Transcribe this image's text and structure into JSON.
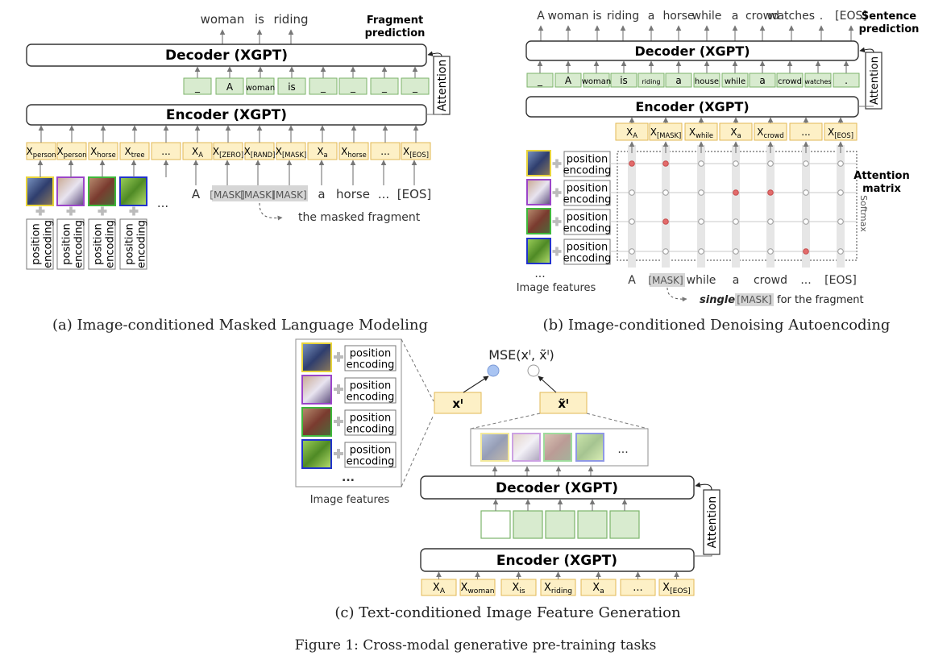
{
  "panel_a": {
    "outputs": [
      "woman",
      "is",
      "riding"
    ],
    "prediction_label": [
      "Fragment",
      "prediction"
    ],
    "decoder": "Decoder (XGPT)",
    "encoder": "Encoder (XGPT)",
    "attention": "Attention",
    "dec_tokens": [
      "_",
      "A",
      "woman",
      "is",
      "_",
      "_",
      "_",
      "_"
    ],
    "enc_tokens": [
      {
        "b": "X",
        "s": "person"
      },
      {
        "b": "X",
        "s": "person"
      },
      {
        "b": "X",
        "s": "horse"
      },
      {
        "b": "X",
        "s": "tree"
      },
      {
        "b": "...",
        "s": ""
      },
      {
        "b": "X",
        "s": "A"
      },
      {
        "b": "X",
        "s": "[ZERO]"
      },
      {
        "b": "X",
        "s": "[RAND]"
      },
      {
        "b": "X",
        "s": "[MASK]"
      },
      {
        "b": "X",
        "s": "a"
      },
      {
        "b": "X",
        "s": "horse"
      },
      {
        "b": "...",
        "s": ""
      },
      {
        "b": "X",
        "s": "[EOS]"
      }
    ],
    "input_words": [
      "A",
      "[MASK]",
      "[MASK]",
      "[MASK]",
      "a",
      "horse",
      "...",
      "[EOS]"
    ],
    "ellipsis": "...",
    "pos_lines": [
      "position",
      "encoding"
    ],
    "masked_note": "the masked fragment",
    "caption": "(a) Image-conditioned Masked Language Modeling"
  },
  "panel_b": {
    "outputs": [
      "A",
      "woman",
      "is",
      "riding",
      "a",
      "horse",
      "while",
      "a",
      "crowd",
      "watches",
      ".",
      "[EOS]"
    ],
    "prediction_label": [
      "Sentence",
      "prediction"
    ],
    "decoder": "Decoder (XGPT)",
    "encoder": "Encoder (XGPT)",
    "attention": "Attention",
    "dec_tokens": [
      "_",
      "A",
      "woman",
      "is",
      "riding",
      "a",
      "house",
      "while",
      "a",
      "crowd",
      "watches",
      "."
    ],
    "enc_tokens": [
      {
        "b": "X",
        "s": "A"
      },
      {
        "b": "X",
        "s": "[MASK]"
      },
      {
        "b": "X",
        "s": "while"
      },
      {
        "b": "X",
        "s": "a"
      },
      {
        "b": "X",
        "s": "crowd"
      },
      {
        "b": "...",
        "s": ""
      },
      {
        "b": "X",
        "s": "[EOS]"
      }
    ],
    "pos_lines": [
      "position",
      "encoding"
    ],
    "attention_label": [
      "Attention",
      "matrix"
    ],
    "softmax": "Softmax",
    "input_words": [
      "A",
      "[MASK]",
      "while",
      "a",
      "crowd",
      "...",
      "[EOS]"
    ],
    "ellipsis": "...",
    "image_features": "Image features",
    "single_em": "single",
    "single_mask": "[MASK]",
    "single_rest": "for the fragment",
    "caption": "(b) Image-conditioned Denoising Autoencoding"
  },
  "panel_c": {
    "pos_lines": [
      "position",
      "encoding"
    ],
    "ellipsis": "...",
    "image_features": "Image features",
    "mse_label": "MSE(xᴵ, x̃ᴵ)",
    "x_label": "xᴵ",
    "xt_label": "x̃ᴵ",
    "decoder": "Decoder (XGPT)",
    "encoder": "Encoder (XGPT)",
    "attention": "Attention",
    "enc_tokens": [
      {
        "b": "X",
        "s": "A"
      },
      {
        "b": "X",
        "s": "woman"
      },
      {
        "b": "X",
        "s": "is"
      },
      {
        "b": "X",
        "s": "riding"
      },
      {
        "b": "X",
        "s": "a"
      },
      {
        "b": "...",
        "s": ""
      },
      {
        "b": "X",
        "s": "[EOS]"
      }
    ],
    "caption": "(c) Text-conditioned Image Feature Generation"
  },
  "figure_caption": "Figure 1: Cross-modal generative pre-training tasks",
  "colors": {
    "token_fill": "#fdf0c6",
    "token_border": "#e2b955",
    "green_fill": "#d8ebcf",
    "green_border": "#7bb36a",
    "img_border_1": "#e8d43a",
    "img_border_2": "#9b45c9",
    "img_border_3": "#3fb83b",
    "img_border_4": "#2233cc",
    "red_node": "#e26b6b",
    "blue_node": "#a9c4f2"
  }
}
